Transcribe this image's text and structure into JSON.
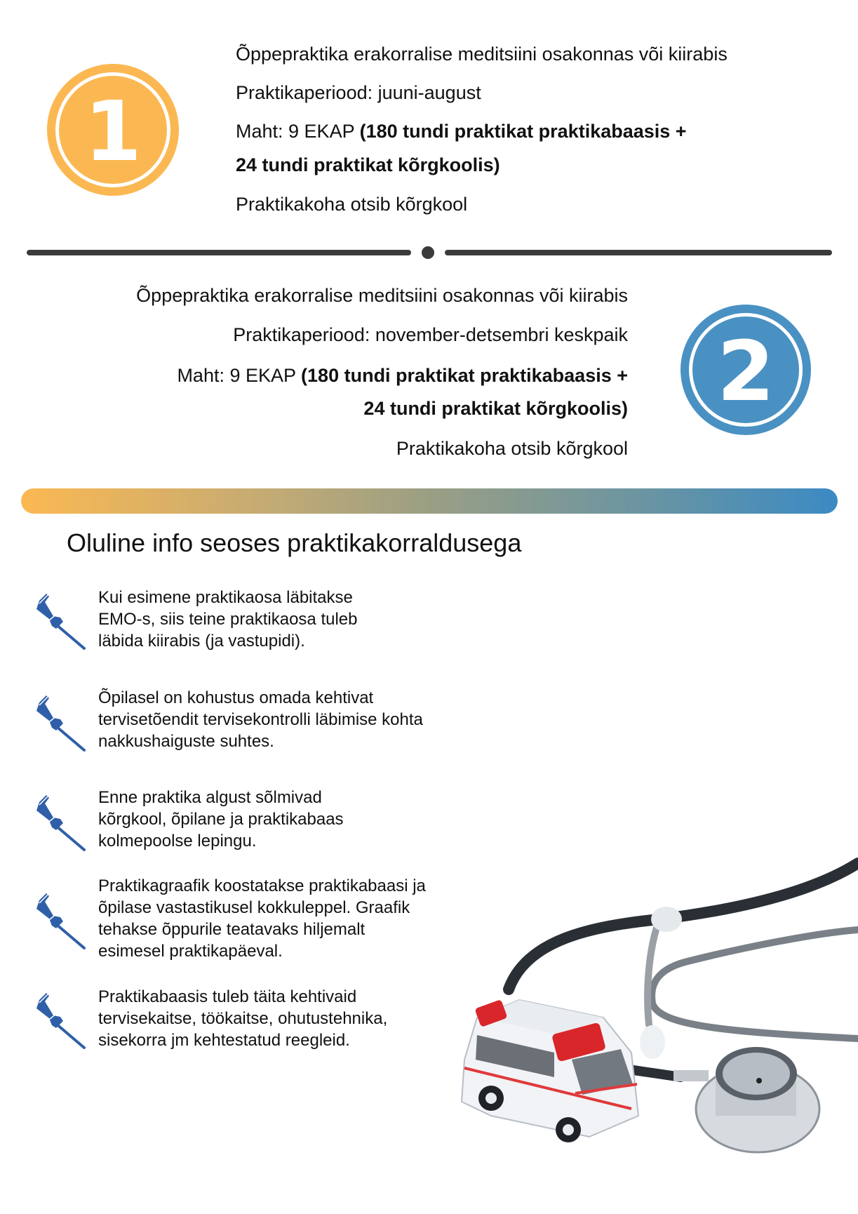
{
  "section1": {
    "badge_number": "1",
    "badge_color": "#fbb852",
    "title": "Õppepraktika erakorralise meditsiini osakonnas või kiirabis",
    "period": "Praktikaperiood: juuni-august",
    "volume_prefix": "Maht: 9 EKAP ",
    "volume_bold_line1": "(180 tundi praktikat praktikabaasis +",
    "volume_bold_line2": "24 tundi praktikat kõrgkoolis)",
    "placement": "Praktikakoha otsib kõrgkool"
  },
  "section2": {
    "badge_number": "2",
    "badge_color": "#4a91c3",
    "title": "Õppepraktika erakorralise meditsiini osakonnas või kiirabis",
    "period": "Praktikaperiood: november-detsembri keskpaik",
    "volume_prefix": "Maht: 9 EKAP ",
    "volume_bold_line1": "(180 tundi praktikat praktikabaasis +",
    "volume_bold_line2": "24 tundi praktikat kõrgkoolis)",
    "placement": "Praktikakoha otsib kõrgkool"
  },
  "gradient": {
    "start_color": "#fbb852",
    "end_color": "#3b8ac4"
  },
  "info": {
    "heading": "Oluline info seoses praktikakorraldusega",
    "pin_color": "#2f5fa8",
    "items": [
      {
        "icon": "pushpin-icon",
        "text": "Kui esimene praktikaosa läbitakse\nEMO-s, siis teine praktikaosa tuleb\nläbida kiirabis (ja vastupidi)."
      },
      {
        "icon": "pushpin-icon",
        "text": "Õpilasel on kohustus omada kehtivat\ntervisetõendit tervisekontrolli läbimise kohta\nnakkushaiguste suhtes."
      },
      {
        "icon": "pushpin-icon",
        "text": "Enne praktika algust sõlmivad\nkõrgkool, õpilane ja praktikabaas\nkolmepoolse lepingu."
      },
      {
        "icon": "pushpin-icon",
        "text": "Praktikagraafik koostatakse praktikabaasi ja\nõpilase vastastikusel kokkuleppel. Graafik\ntehakse õppurile teatavaks hiljemalt\nesimesel praktikapäeval."
      },
      {
        "icon": "pushpin-icon",
        "text": "Praktikabaasis tuleb täita kehtivaid\ntervisekaitse, töökaitse, ohutustehnika,\nsisekorra jm kehtestatud reegleid."
      }
    ]
  },
  "illustration": {
    "description": "Toy ambulance and stethoscope"
  }
}
